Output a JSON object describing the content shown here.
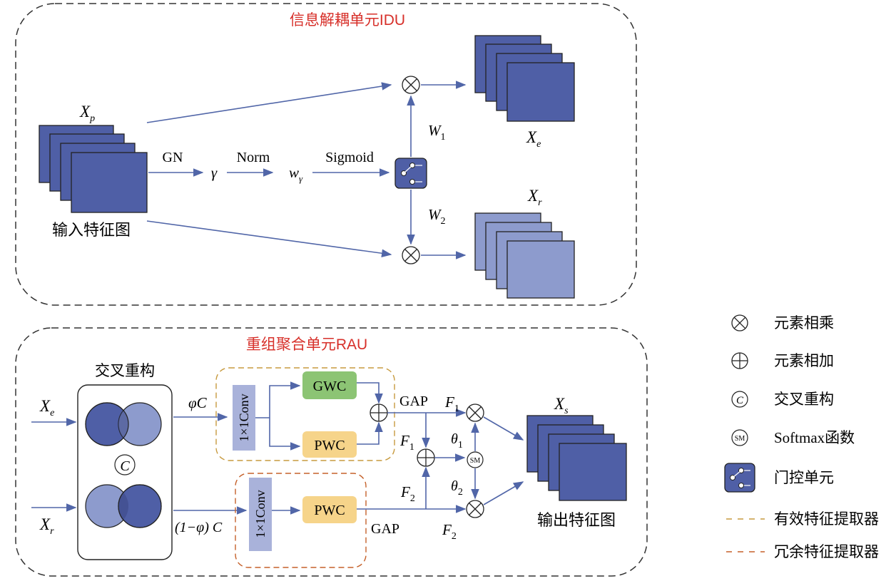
{
  "colors": {
    "feature_dark": "#4f5fa6",
    "feature_light": "#8d9bcd",
    "arrow": "#5166a8",
    "title_red": "#d7302a",
    "gwc_green": "#8cc474",
    "pwc_yellow": "#f6d48a",
    "conv_blue": "#a9b2da",
    "effective_dash": "#c79a3e",
    "redundant_dash": "#c5612a"
  },
  "idu": {
    "title": "信息解耦单元IDU",
    "input_symbol": "X",
    "input_sub": "p",
    "input_caption": "输入特征图",
    "gn": "GN",
    "gamma": "γ",
    "norm": "Norm",
    "w_gamma": "w",
    "w_gamma_sub": "γ",
    "sigmoid": "Sigmoid",
    "w1": "W",
    "w1_sub": "1",
    "w2": "W",
    "w2_sub": "2",
    "xe": "X",
    "xe_sub": "e",
    "xr": "X",
    "xr_sub": "r"
  },
  "rau": {
    "title": "重组聚合单元RAU",
    "xe": "X",
    "xe_sub": "e",
    "xr": "X",
    "xr_sub": "r",
    "cross_title": "交叉重构",
    "cross_c": "C",
    "phi_c": "φC",
    "one_minus_phi": "(1−φ) C",
    "conv_label": "1×1Conv",
    "gwc": "GWC",
    "pwc": "PWC",
    "gap_top": "GAP",
    "gap_bottom": "GAP",
    "f1": "F",
    "f1_sub": "1",
    "f2": "F",
    "f2_sub": "2",
    "theta1": "θ",
    "theta1_sub": "1",
    "theta2": "θ",
    "theta2_sub": "2",
    "sm": "SM",
    "xs": "X",
    "xs_sub": "s",
    "output_caption": "输出特征图"
  },
  "legend": [
    {
      "icon": "multiply-icon",
      "label": "元素相乘"
    },
    {
      "icon": "add-icon",
      "label": "元素相加"
    },
    {
      "icon": "cross-reconstruct-icon",
      "label": "交叉重构"
    },
    {
      "icon": "softmax-icon",
      "label": "Softmax函数"
    },
    {
      "icon": "gate-unit-icon",
      "label": "门控单元"
    },
    {
      "icon": "effective-dash-icon",
      "label": "有效特征提取器"
    },
    {
      "icon": "redundant-dash-icon",
      "label": "冗余特征提取器"
    }
  ],
  "legend_sm": "SM",
  "legend_c": "C"
}
